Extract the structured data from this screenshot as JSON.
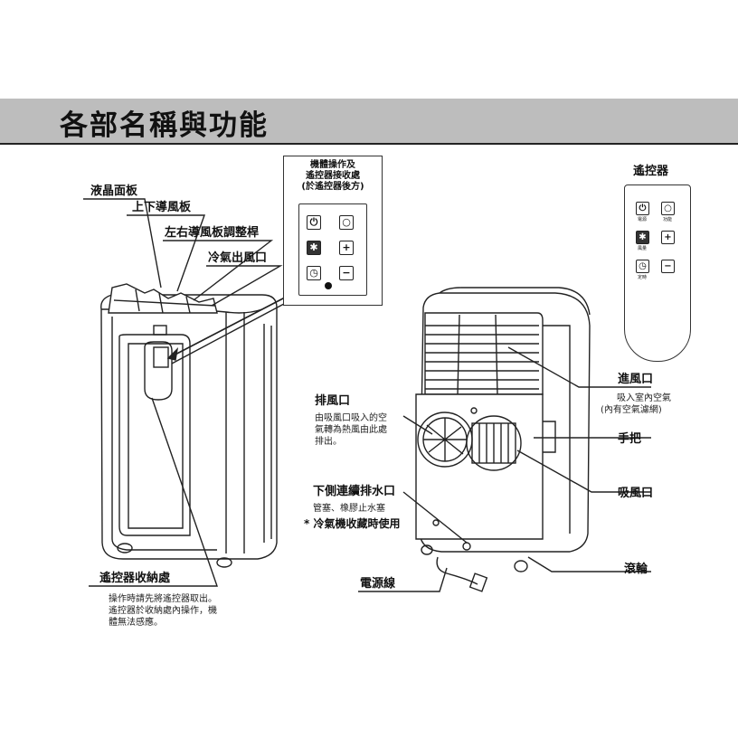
{
  "header": {
    "title": "各部名稱與功能"
  },
  "labels": {
    "lcd_panel": "液晶面板",
    "vertical_louver": "上下導風板",
    "horizontal_lever": "左右導風板調整桿",
    "cool_outlet": "冷氣出風口",
    "remote_storage": "遙控器收納處",
    "remote_storage_note_1": "操作時請先將遙控器取出。",
    "remote_storage_note_2": "遙控器於收納處內操作，機",
    "remote_storage_note_3": "體無法感應。",
    "exhaust": "排風口",
    "exhaust_note_1": "由吸風口吸入的空",
    "exhaust_note_2": "氣轉為熱風由此處",
    "exhaust_note_3": "排出。",
    "intake": "進風口",
    "intake_note_1": "吸入室內空氣",
    "intake_note_2": "(內有空氣濾網)",
    "handle": "手把",
    "suction": "吸風口",
    "drain": "下側連續排水口",
    "drain_note": "管塞、橡膠止水塞",
    "drain_warning": "* 冷氣機收藏時使用",
    "power_cord": "電源線",
    "casters": "滾輪"
  },
  "control_panel": {
    "title_1": "機體操作及",
    "title_2": "遙控器接收處",
    "title_3": "(於遙控器後方)"
  },
  "remote": {
    "title": "遙控器",
    "captions": {
      "power": "電源",
      "mode": "功能",
      "fan": "風量",
      "timer": "定時"
    }
  }
}
